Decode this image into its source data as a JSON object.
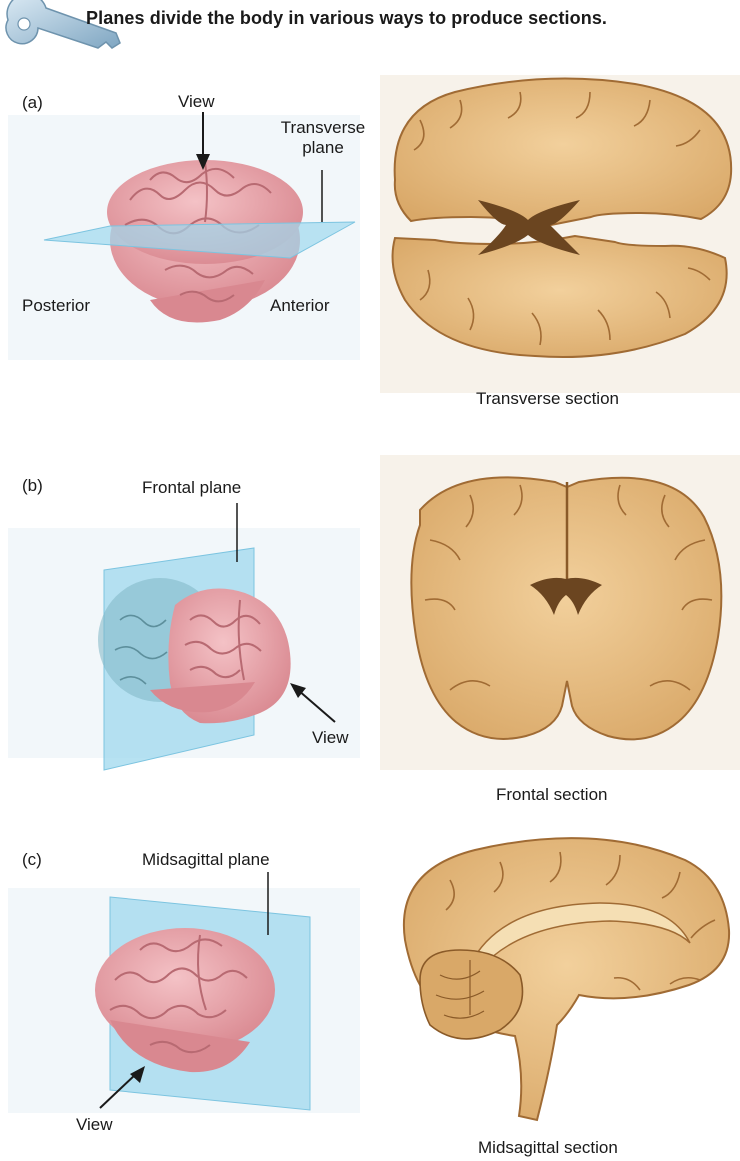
{
  "header": {
    "title": "Planes divide the body in various ways to produce sections.",
    "icon": "key-icon"
  },
  "panels": [
    {
      "letter": "(a)",
      "plane_label_line1": "Transverse",
      "plane_label_line2": "plane",
      "view_label": "View",
      "posterior_label": "Posterior",
      "anterior_label": "Anterior",
      "section_caption": "Transverse section"
    },
    {
      "letter": "(b)",
      "plane_label": "Frontal plane",
      "view_label": "View",
      "section_caption": "Frontal section"
    },
    {
      "letter": "(c)",
      "plane_label": "Midsagittal plane",
      "view_label": "View",
      "section_caption": "Midsagittal section"
    }
  ],
  "colors": {
    "plane": "#9fd8ee",
    "brain": "#e7a0a6",
    "brain_fold": "#b86a72",
    "specimen": "#e6bd83",
    "specimen_dark": "#a06b34"
  }
}
